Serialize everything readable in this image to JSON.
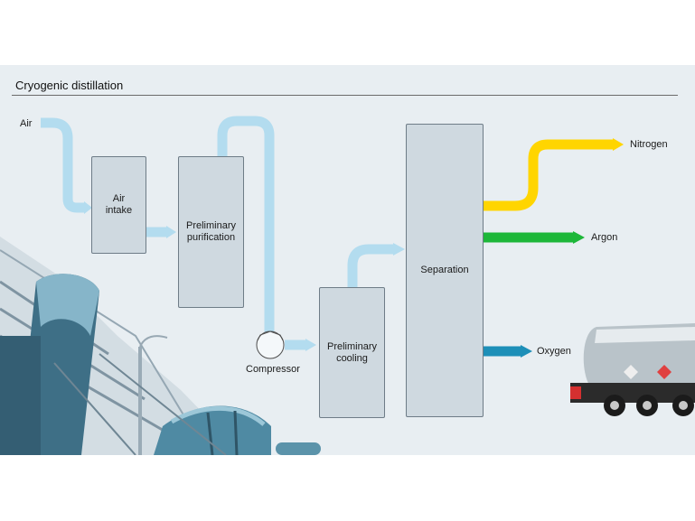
{
  "title": "Cryogenic distillation",
  "steps": {
    "air_intake": "Air\nintake",
    "preliminary_purification": "Preliminary\npurification",
    "preliminary_cooling": "Preliminary\ncooling",
    "separation": "Separation"
  },
  "labels": {
    "input": "Air",
    "compressor": "Compressor"
  },
  "outputs": {
    "nitrogen": "Nitrogen",
    "argon": "Argon",
    "oxygen": "Oxygen"
  },
  "colors": {
    "air_flow": "#b3dcef",
    "nitrogen": "#ffd500",
    "argon": "#1db739",
    "oxygen": "#1d8fb8",
    "box_fill": "#cfd9e0",
    "panel_bg": "#e8eef2"
  }
}
